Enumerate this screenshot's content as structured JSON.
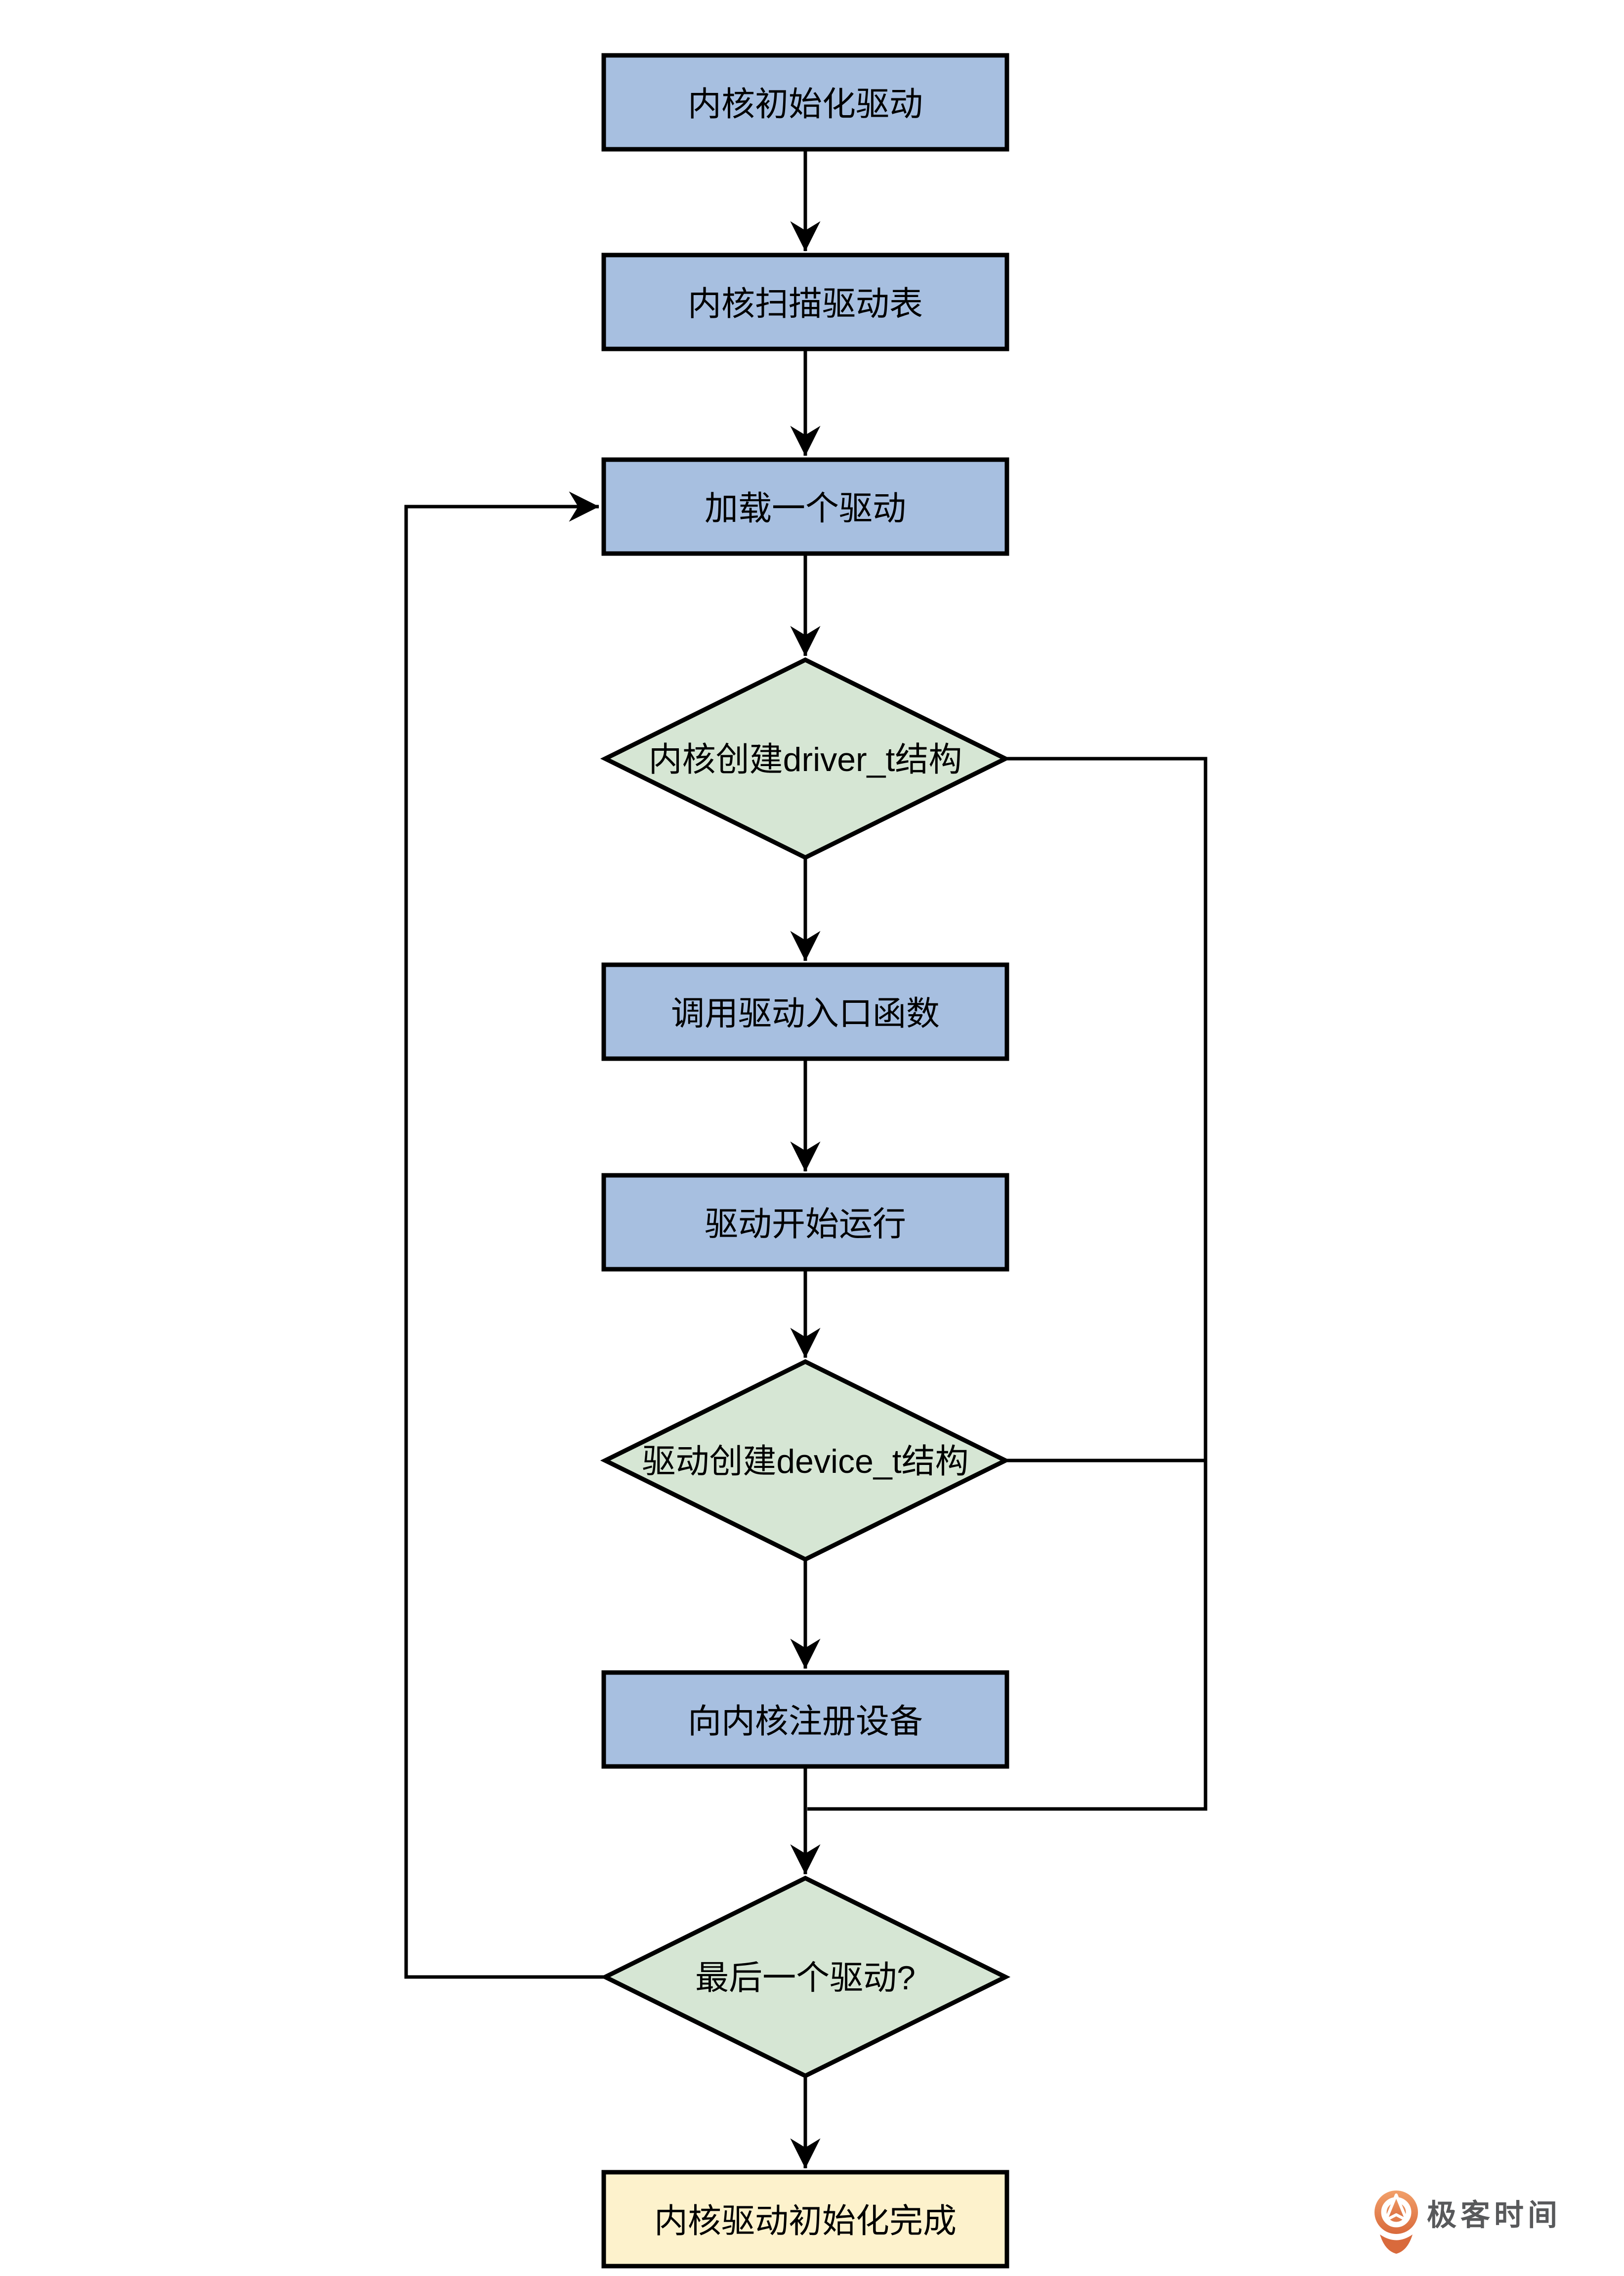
{
  "page": {
    "background_color": "#ffffff"
  },
  "flowchart": {
    "type": "flowchart",
    "direction": "top-down",
    "colors": {
      "process_fill": "#a7bfe0",
      "decision_fill": "#d6e6d4",
      "terminal_fill": "#fdf2cc",
      "outline": "#000000"
    },
    "nodes": [
      {
        "id": "kernel-init",
        "type": "process",
        "label": "内核初始化驱动"
      },
      {
        "id": "scan-driver-table",
        "type": "process",
        "label": "内核扫描驱动表"
      },
      {
        "id": "load-driver",
        "type": "process",
        "label": "加载一个驱动"
      },
      {
        "id": "create-driver-t",
        "type": "decision",
        "label": "内核创建driver_t结构"
      },
      {
        "id": "call-entry",
        "type": "process",
        "label": "调用驱动入口函数"
      },
      {
        "id": "driver-run",
        "type": "process",
        "label": "驱动开始运行"
      },
      {
        "id": "create-device-t",
        "type": "decision",
        "label": "驱动创建device_t结构"
      },
      {
        "id": "register-device",
        "type": "process",
        "label": "向内核注册设备"
      },
      {
        "id": "last-driver",
        "type": "decision",
        "label": "最后一个驱动?"
      },
      {
        "id": "init-done",
        "type": "terminal",
        "label": "内核驱动初始化完成"
      }
    ],
    "edges": [
      {
        "from": "kernel-init",
        "to": "scan-driver-table"
      },
      {
        "from": "scan-driver-table",
        "to": "load-driver"
      },
      {
        "from": "load-driver",
        "to": "create-driver-t"
      },
      {
        "from": "create-driver-t",
        "to": "call-entry"
      },
      {
        "from": "call-entry",
        "to": "driver-run"
      },
      {
        "from": "driver-run",
        "to": "create-device-t"
      },
      {
        "from": "create-device-t",
        "to": "register-device"
      },
      {
        "from": "register-device",
        "to": "last-driver"
      },
      {
        "from": "create-driver-t",
        "to": "last-driver",
        "via": "right-bypass"
      },
      {
        "from": "create-device-t",
        "to": "last-driver",
        "via": "right-bypass"
      },
      {
        "from": "last-driver",
        "to": "load-driver",
        "via": "left-loop"
      },
      {
        "from": "last-driver",
        "to": "init-done"
      }
    ]
  },
  "branding": {
    "logo_text": "极客时间",
    "logo_orange": "#e4763f",
    "logo_orange_light": "#f2a06a",
    "logo_text_color": "#58595b"
  }
}
